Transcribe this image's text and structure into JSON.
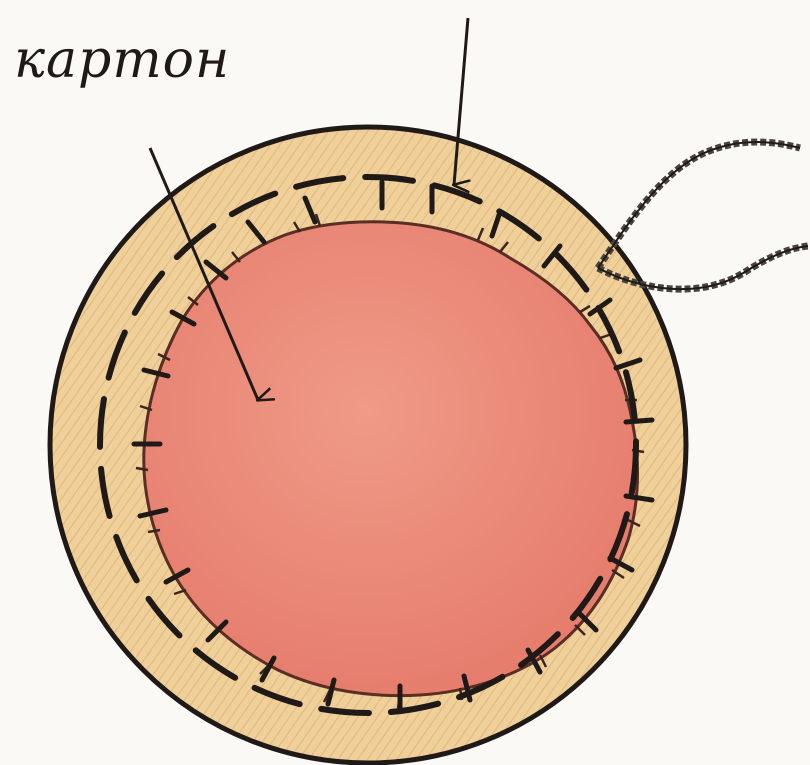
{
  "label": {
    "text": "картон"
  },
  "colors": {
    "background": "#fbf9f6",
    "cardboard_ring": "#efcf9a",
    "cardboard_shade": "#e2b779",
    "fabric": "#ea8575",
    "fabric_light": "#f09a88",
    "ink": "#1f1a18",
    "thread": "#4a4440"
  },
  "icons": [
    "cardboard-ring",
    "fabric-circle",
    "running-stitch",
    "arrow-to-cardboard",
    "arrow-to-fabric",
    "twisted-thread"
  ]
}
